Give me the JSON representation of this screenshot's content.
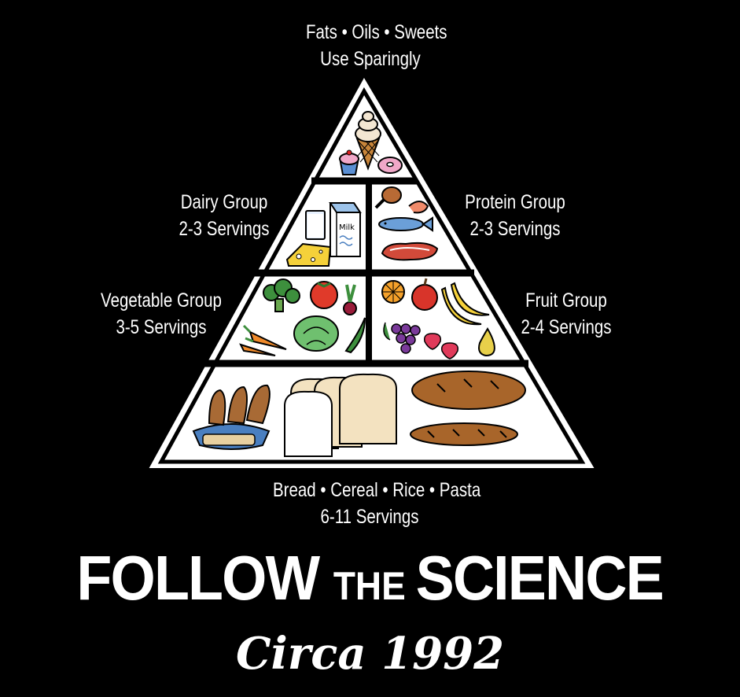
{
  "pyramid": {
    "top": {
      "line1": "Fats • Oils • Sweets",
      "line2": "Use Sparingly"
    },
    "dairy": {
      "line1": "Dairy Group",
      "line2": "2-3 Servings"
    },
    "protein": {
      "line1": "Protein Group",
      "line2": "2-3 Servings"
    },
    "vegetable": {
      "line1": "Vegetable Group",
      "line2": "3-5 Servings"
    },
    "fruit": {
      "line1": "Fruit Group",
      "line2": "2-4 Servings"
    },
    "grains": {
      "line1": "Bread • Cereal • Rice • Pasta",
      "line2": "6-11 Servings"
    },
    "milk_carton_text": "Milk"
  },
  "headline": {
    "part1": "FOLLOW ",
    "part2": "THE ",
    "part3": "SCIENCE"
  },
  "subheadline": "Circa 1992",
  "colors": {
    "background": "#000000",
    "pyramid_fill": "#ffffff",
    "outline": "#000000",
    "text": "#ffffff"
  }
}
